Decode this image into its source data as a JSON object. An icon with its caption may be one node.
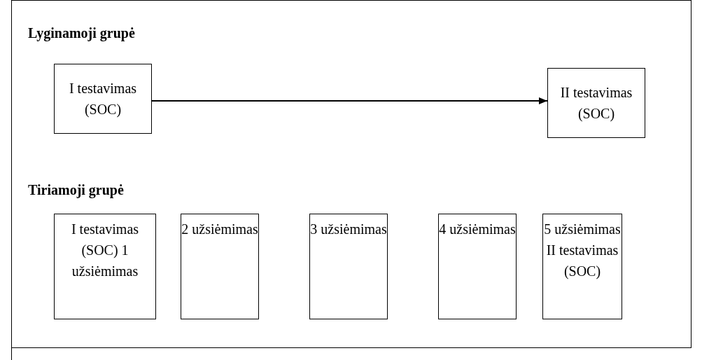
{
  "diagram": {
    "nodes": [
      {
        "text": [
          "I testavimas (SOC)"
        ]
      },
      {
        "text": [
          "II testavimas (SOC)"
        ]
      },
      {
        "text": [
          "I testavimas (SOC) 1 užsiėmimas"
        ]
      },
      {
        "text": [
          "2 užsiėmimas"
        ]
      },
      {
        "text": [
          "3 užsiėmimas"
        ]
      },
      {
        "text": [
          "4 užsiėmimas"
        ]
      },
      {
        "text": [
          "5 užsiėmimas II testavimas (SOC)"
        ]
      }
    ],
    "edges": [
      {
        "from": 0,
        "to": 1,
        "arrow": "to"
      }
    ],
    "labels": [
      "Lyginamoji grupė",
      "Tiriamoji grupė"
    ]
  }
}
